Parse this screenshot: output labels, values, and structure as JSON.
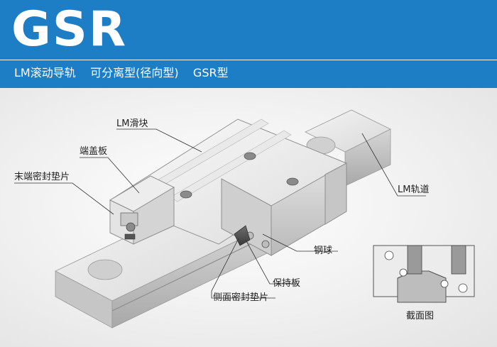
{
  "header": {
    "title": "GSR",
    "subtitle_parts": [
      "LM滚动导轨",
      "可分离型(径向型)",
      "GSR型"
    ],
    "background": "#1d7ec6"
  },
  "diagram": {
    "labels": {
      "lm_block": "LM滑块",
      "end_plate": "端盖板",
      "end_seal": "末端密封垫片",
      "lm_rail": "LM轨道",
      "ball": "钢球",
      "retainer": "保持板",
      "side_seal": "侧面密封垫片",
      "cross_section": "截面图"
    }
  }
}
